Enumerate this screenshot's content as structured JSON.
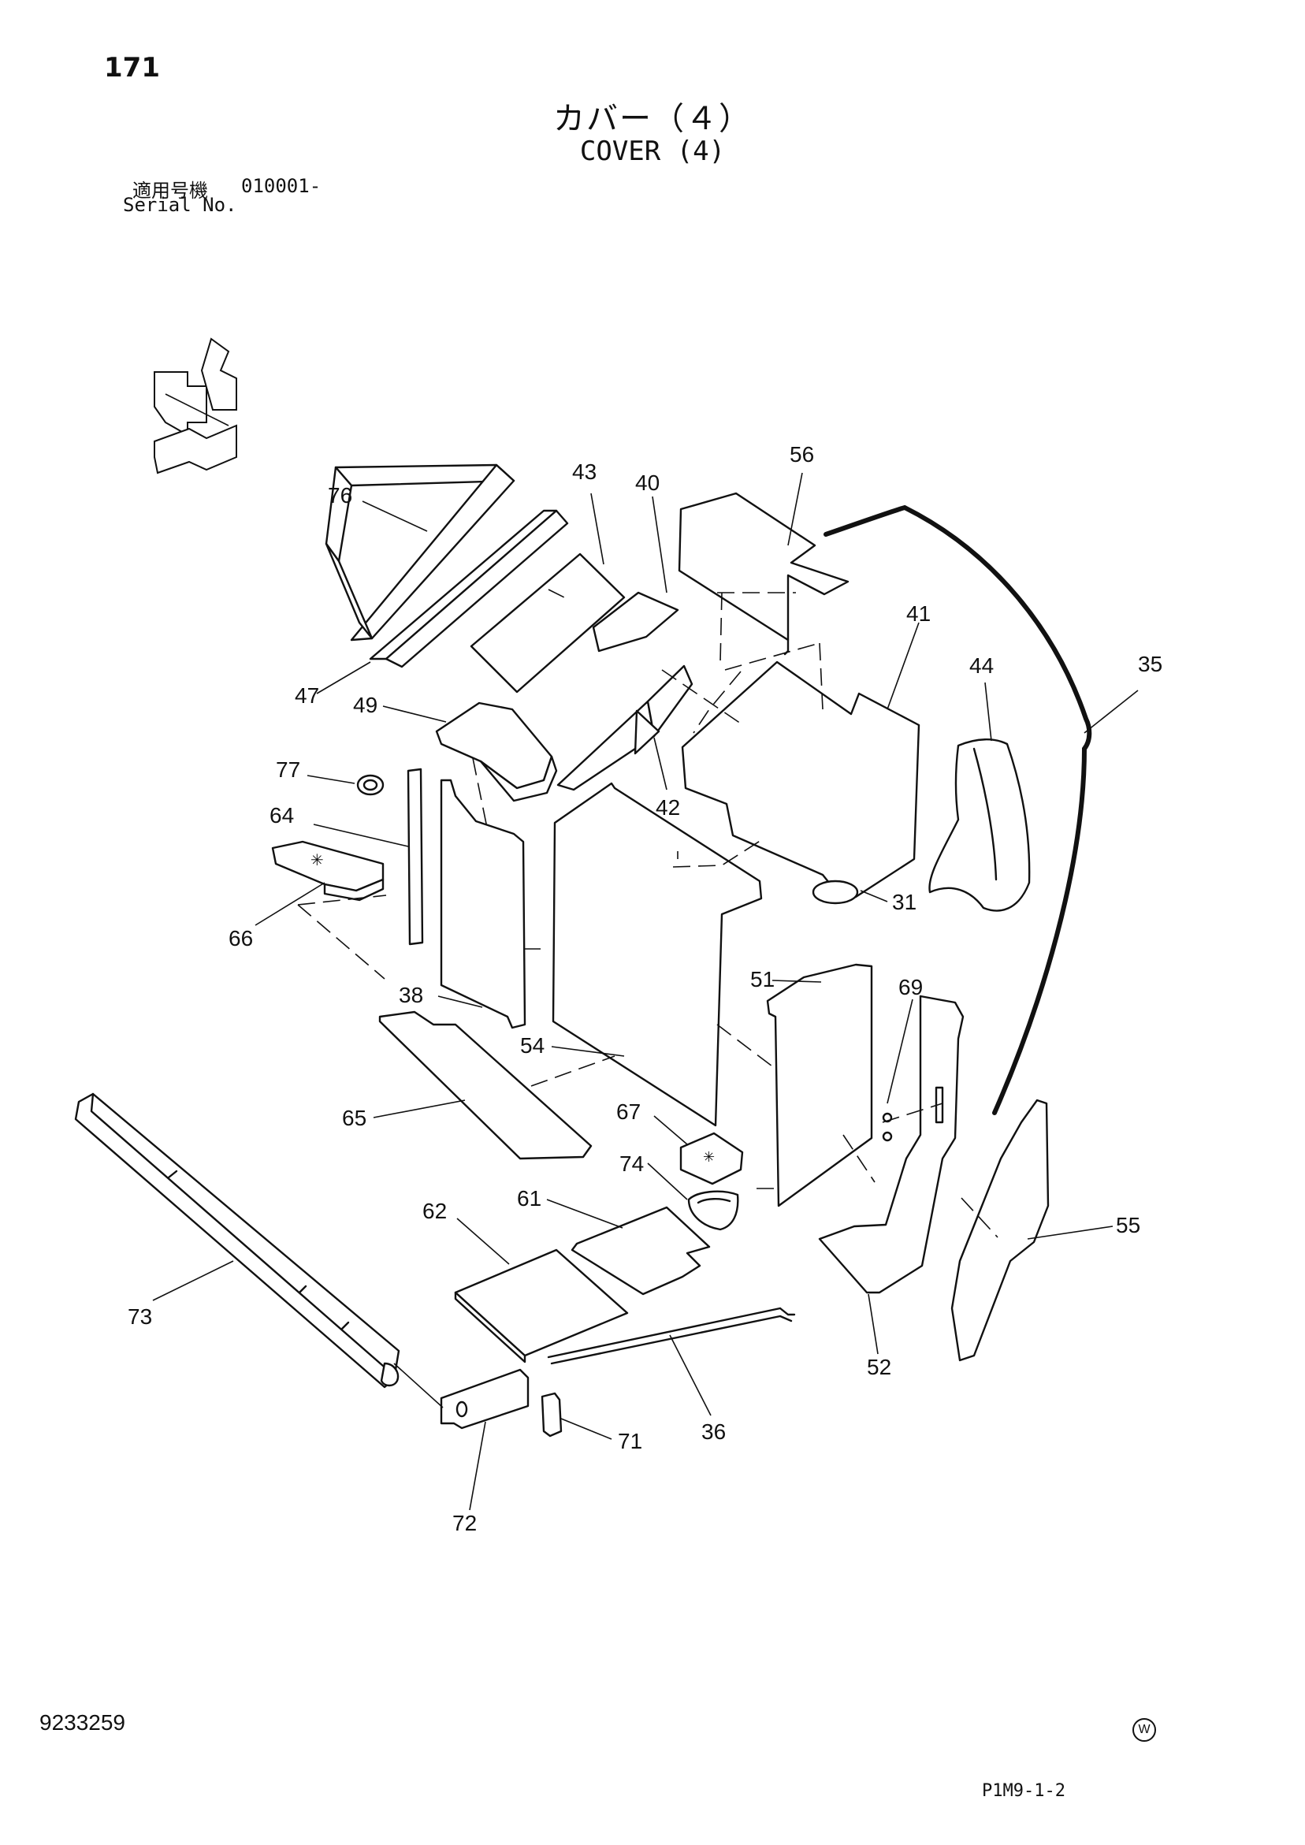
{
  "header": {
    "page_number": "171",
    "title_jp": "カバー（４）",
    "title_en": "COVER (4)",
    "serial_label_jp": "適用号機",
    "serial_value": "010001-",
    "serial_label_en": "Serial No."
  },
  "footer": {
    "document_number": "9233259",
    "sheet_code": "P1M9-1-2",
    "mark": "W"
  },
  "callouts": [
    "76",
    "43",
    "40",
    "56",
    "47",
    "49",
    "41",
    "44",
    "35",
    "77",
    "42",
    "64",
    "66",
    "31",
    "38",
    "51",
    "69",
    "54",
    "65",
    "67",
    "74",
    "62",
    "61",
    "55",
    "73",
    "52",
    "36",
    "71",
    "72"
  ]
}
